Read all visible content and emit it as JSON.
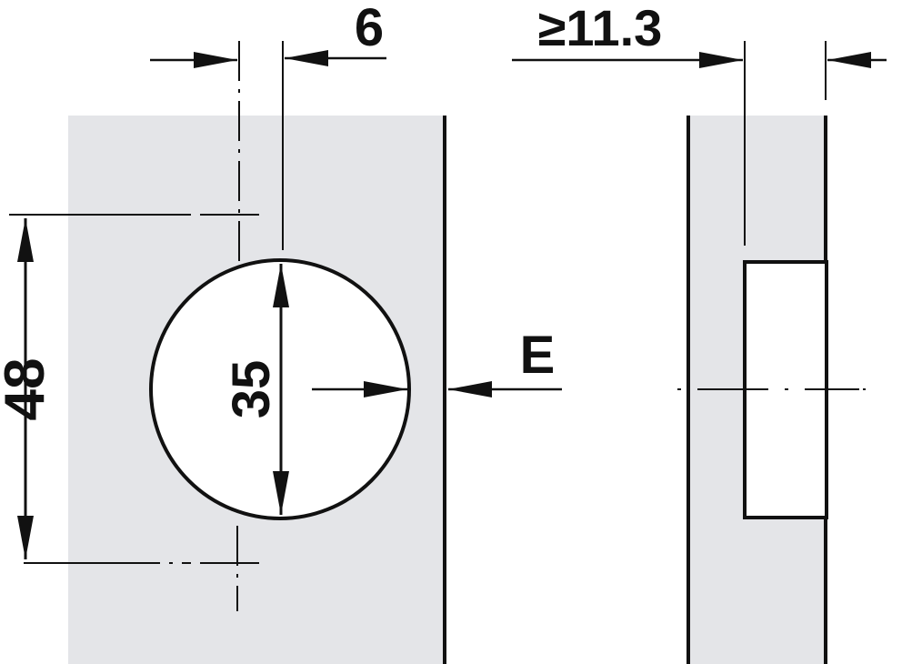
{
  "dimensions": {
    "offset_label": "6",
    "spacing_label": "≥11.3",
    "height_label": "48",
    "diameter_label": "35",
    "edge_label": "E"
  },
  "colors": {
    "panel_fill": "#e4e5e8",
    "line": "#111111",
    "background": "#ffffff"
  }
}
